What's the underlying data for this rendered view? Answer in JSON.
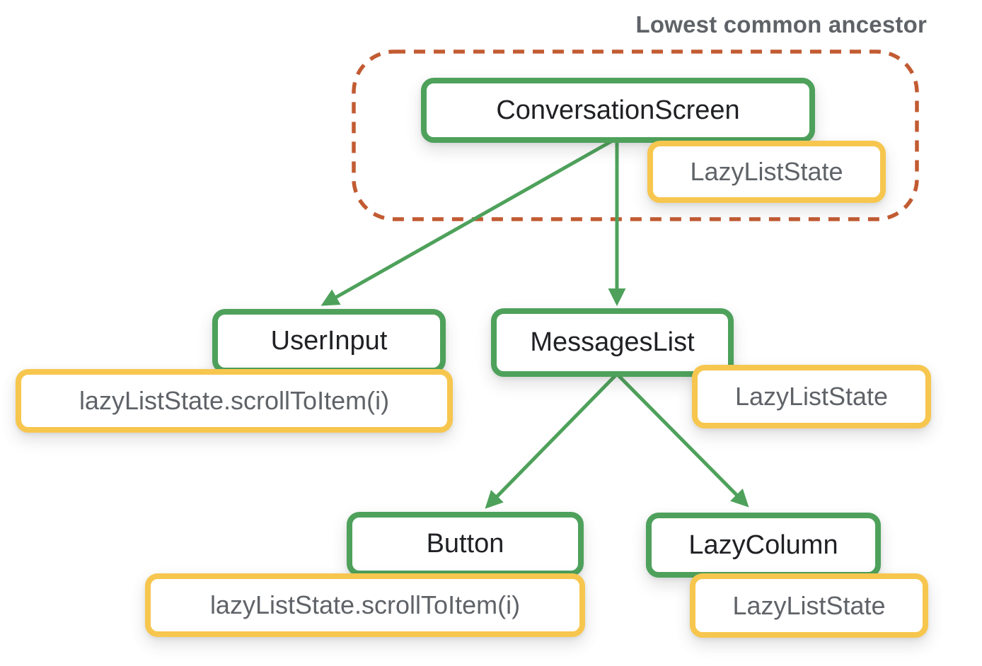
{
  "diagram": {
    "annotation": "Lowest common ancestor",
    "nodes": {
      "conversation_screen": {
        "label": "ConversationScreen",
        "state": "LazyListState"
      },
      "user_input": {
        "label": "UserInput",
        "call": "lazyListState.scrollToItem(i)"
      },
      "messages_list": {
        "label": "MessagesList",
        "state": "LazyListState"
      },
      "button": {
        "label": "Button",
        "call": "lazyListState.scrollToItem(i)"
      },
      "lazy_column": {
        "label": "LazyColumn",
        "state": "LazyListState"
      }
    },
    "edges": [
      {
        "from": "conversation_screen",
        "to": "user_input"
      },
      {
        "from": "conversation_screen",
        "to": "messages_list"
      },
      {
        "from": "messages_list",
        "to": "button"
      },
      {
        "from": "messages_list",
        "to": "lazy_column"
      }
    ],
    "colors": {
      "node_border": "#4EA15B",
      "state_border": "#F7C64E",
      "ancestor_outline": "#C25B32",
      "node_text": "#202124",
      "state_text": "#5F6368",
      "annotation_text": "#5F6368",
      "background": "#FFFFFF"
    }
  }
}
